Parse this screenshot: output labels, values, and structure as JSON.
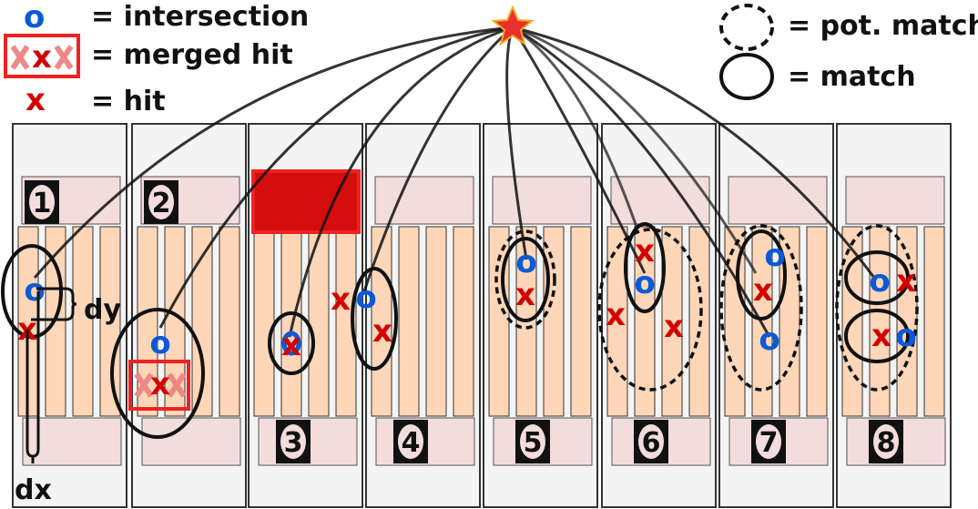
{
  "legend": {
    "intersection_symbol": "o",
    "intersection_label": "= intersection",
    "merged_hit_label": "= merged hit",
    "hit_symbol": "x",
    "hit_label": "= hit",
    "pot_match_label": "= pot. match",
    "match_label": "= match"
  },
  "annotations": {
    "dy": "dy",
    "dx": "dx"
  },
  "panels": [
    "1",
    "2",
    "3",
    "4",
    "5",
    "6",
    "7",
    "8"
  ],
  "marks": {
    "o": "o",
    "x": "x"
  },
  "colors": {
    "intersection": "#0a5ad6",
    "hit": "#d40000",
    "merged_box": "#ee2222",
    "strip": "#ffd6b8",
    "pad": "#f3dcdc",
    "panel": "#f4f4f4",
    "star": "#e83030"
  }
}
